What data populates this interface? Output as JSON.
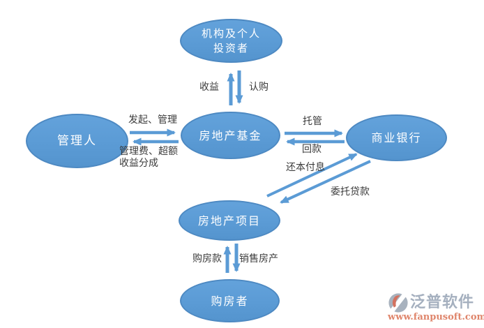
{
  "diagram": {
    "nodes": {
      "investors": {
        "line1": "机构及个人",
        "line2": "投资者"
      },
      "fund": {
        "label": "房地产基金"
      },
      "manager": {
        "label": "管理人"
      },
      "bank": {
        "label": "商业银行"
      },
      "project": {
        "label": "房地产项目"
      },
      "buyer": {
        "label": "购房者"
      }
    },
    "edge_labels": {
      "income": "收益",
      "subscription": "认购",
      "initiate_manage": "发起、管理",
      "fee_line1": "管理费、超额",
      "fee_line2": "收益分成",
      "custody": "托管",
      "repayment": "回款",
      "principal_and_interest": "还本付息",
      "entrusted_loan": "委托贷款",
      "purchase_payment": "购房款",
      "sell_property": "销售房产"
    },
    "colors": {
      "node_fill": "#5B9BD5",
      "node_border": "#4D89C2",
      "arrow": "#5B9BD5",
      "node_text": "#FFFFFF",
      "label_text": "#3B3B3B"
    }
  },
  "watermark": {
    "brand": "泛普软件",
    "url": "www.fanpusoft.com",
    "brand_color": "#96A3B4",
    "url_color": "#DA7052"
  }
}
